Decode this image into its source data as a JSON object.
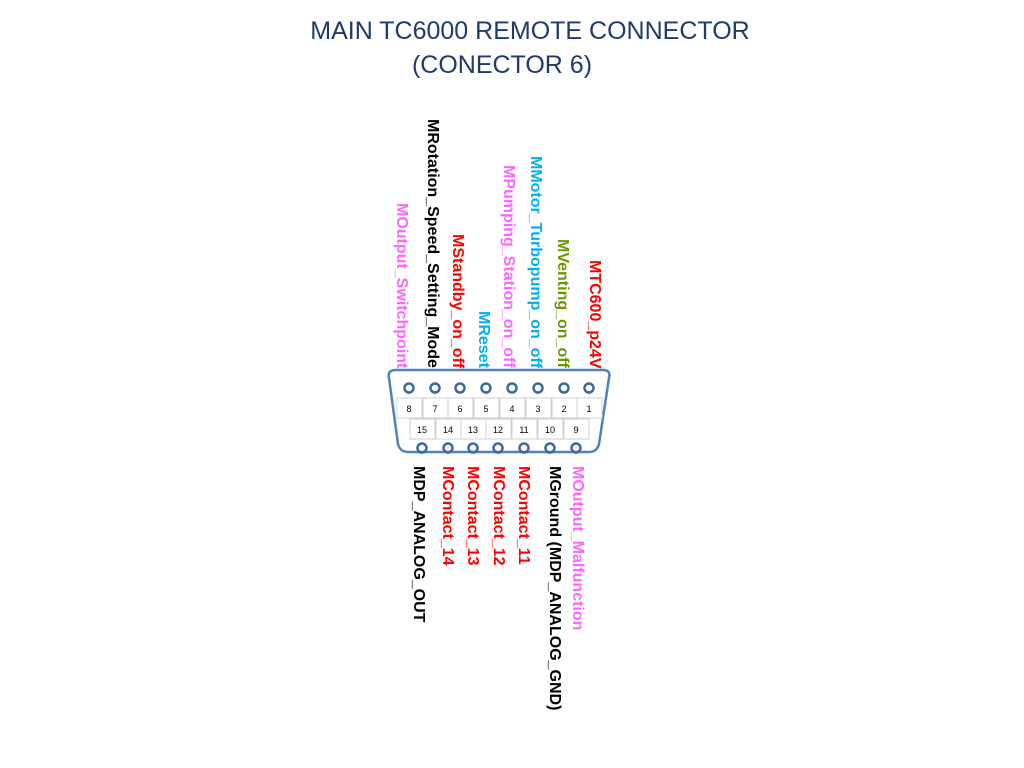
{
  "title": {
    "line1": "MAIN TC6000 REMOTE CONNECTOR",
    "line2": "(CONECTOR 6)"
  },
  "colors": {
    "title": "#1f3a6b",
    "connector_outline": "#4f81bd",
    "pin": "#3d6aa0",
    "red": "#ff0000",
    "pink": "#ff66ff",
    "cyan": "#00b0f0",
    "green": "#669900",
    "black": "#000000"
  },
  "top_row_pins": [
    "8",
    "7",
    "6",
    "5",
    "4",
    "3",
    "2",
    "1"
  ],
  "bottom_row_pins": [
    "15",
    "14",
    "13",
    "12",
    "11",
    "10",
    "9"
  ],
  "top_labels": [
    {
      "pin": "8",
      "text": "MOutput_Switchpoint",
      "color": "pink"
    },
    {
      "pin": "7",
      "text": "MRotation_Speed_Setting_Mode",
      "color": "black"
    },
    {
      "pin": "6",
      "text": "MStandby_on_off",
      "color": "red"
    },
    {
      "pin": "5",
      "text": "MReset",
      "color": "cyan"
    },
    {
      "pin": "4",
      "text": "MPumping_Station_on_off",
      "color": "pink"
    },
    {
      "pin": "3",
      "text": "MMotor_Turbopump_on_off",
      "color": "cyan"
    },
    {
      "pin": "2",
      "text": "MVenting_on_off",
      "color": "green"
    },
    {
      "pin": "1",
      "text": "MTC600_p24V",
      "color": "red"
    }
  ],
  "bottom_labels": [
    {
      "pin": "15",
      "text": "MDP_ANALOG_OUT",
      "color": "black"
    },
    {
      "pin": "14",
      "text": "MContact_14",
      "color": "red"
    },
    {
      "pin": "13",
      "text": "MContact_13",
      "color": "red"
    },
    {
      "pin": "12",
      "text": "MContact_12",
      "color": "red"
    },
    {
      "pin": "11",
      "text": "MContact_11",
      "color": "red"
    },
    {
      "pin": "10",
      "text": "MGround (MDP_ANALOG_GND)",
      "color": "black"
    },
    {
      "pin": "9",
      "text": "MOutput_Malfunction",
      "color": "pink"
    }
  ]
}
